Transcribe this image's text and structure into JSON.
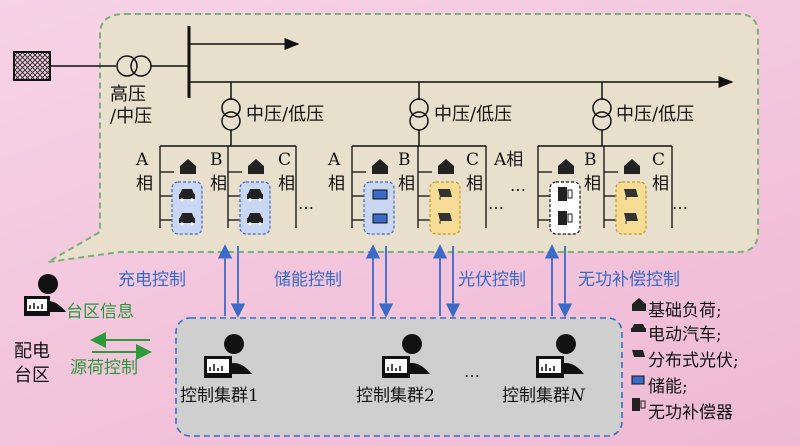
{
  "transformers": {
    "hv_mv": "高压\n/中压",
    "mv_lv": "中压/低压"
  },
  "phases": {
    "a": "A",
    "b": "B",
    "c": "C",
    "xiang": "相",
    "a_xiang": "A相"
  },
  "ellipsis": "…",
  "controls": {
    "charging": "充电控制",
    "storage": "储能控制",
    "pv": "光伏控制",
    "reactive": "无功补偿控制"
  },
  "left_panel": {
    "district_info": "台区信息",
    "source_load_control": "源荷控制",
    "distribution_district": "配电\n台区"
  },
  "clusters": [
    {
      "prefix": "控制集群",
      "id": "1"
    },
    {
      "prefix": "控制集群",
      "id": "2"
    },
    {
      "prefix": "控制集群",
      "id": "N"
    }
  ],
  "legend": [
    {
      "icon": "house-icon",
      "label": "基础负荷;"
    },
    {
      "icon": "ev-icon",
      "label": "电动汽车;"
    },
    {
      "icon": "pv-icon",
      "label": "分布式光伏;"
    },
    {
      "icon": "battery-icon",
      "label": "储能;"
    },
    {
      "icon": "compensator-icon",
      "label": "无功补偿器"
    }
  ],
  "colors": {
    "background": "#f2c3da",
    "grid_bubble": "#e9e0cd",
    "grid_bubble_border": "#7ab07a",
    "cluster_panel": "#cfcfcf",
    "cluster_border": "#3a6bc8",
    "ev_box": "#c9d7f2",
    "pv_box": "#f6dc95",
    "control_text": "#3a6bc8",
    "info_text": "#2a9a3a"
  }
}
